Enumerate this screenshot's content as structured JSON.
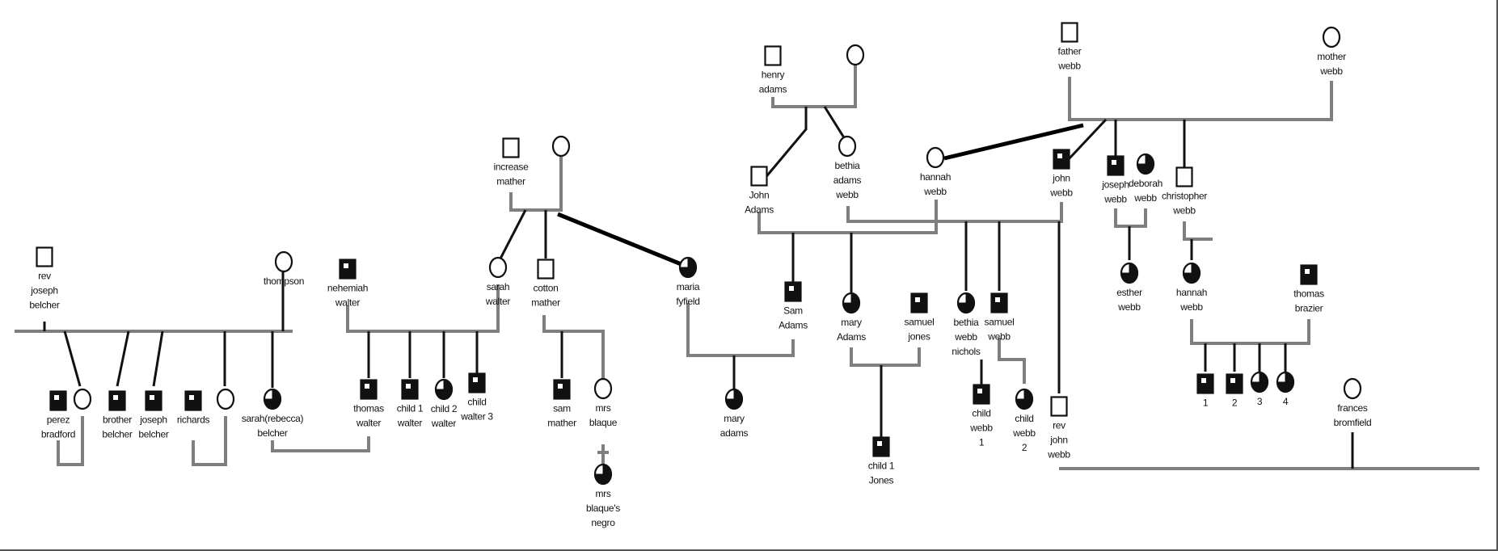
{
  "people": [
    {
      "id": "p1",
      "sex": "m",
      "fill": "empty",
      "lines": [
        "rev",
        "joseph",
        "belcher"
      ]
    },
    {
      "id": "p2",
      "sex": "f",
      "fill": "empty",
      "lines": [
        "thompson"
      ]
    },
    {
      "id": "p3",
      "sex": "m",
      "fill": "mostly",
      "lines": [
        "perez",
        "bradford"
      ]
    },
    {
      "id": "p4",
      "sex": "f",
      "fill": "empty",
      "lines": []
    },
    {
      "id": "p5",
      "sex": "m",
      "fill": "mostly",
      "lines": [
        "brother",
        "belcher"
      ]
    },
    {
      "id": "p6",
      "sex": "m",
      "fill": "mostly",
      "lines": [
        "joseph",
        "belcher"
      ]
    },
    {
      "id": "p7",
      "sex": "m",
      "fill": "mostly",
      "lines": [
        "richards"
      ]
    },
    {
      "id": "p8",
      "sex": "f",
      "fill": "empty",
      "lines": []
    },
    {
      "id": "p9",
      "sex": "f",
      "fill": "mostly",
      "lines": [
        "sarah(rebecca)",
        "belcher"
      ]
    },
    {
      "id": "p10",
      "sex": "m",
      "fill": "mostly",
      "lines": [
        "nehemiah",
        "walter"
      ]
    },
    {
      "id": "p11",
      "sex": "f",
      "fill": "empty",
      "lines": [
        "sarah",
        "walter"
      ]
    },
    {
      "id": "p12",
      "sex": "m",
      "fill": "mostly",
      "lines": [
        "thomas",
        "walter"
      ]
    },
    {
      "id": "p13",
      "sex": "m",
      "fill": "mostly",
      "lines": [
        "child 1",
        "walter"
      ]
    },
    {
      "id": "p14",
      "sex": "f",
      "fill": "mostly",
      "lines": [
        "child 2",
        "walter"
      ]
    },
    {
      "id": "p15",
      "sex": "m",
      "fill": "mostly",
      "lines": [
        "child",
        "walter 3"
      ]
    },
    {
      "id": "p16",
      "sex": "m",
      "fill": "empty",
      "lines": [
        "increase",
        "mather"
      ]
    },
    {
      "id": "p17",
      "sex": "f",
      "fill": "empty",
      "lines": []
    },
    {
      "id": "p18",
      "sex": "m",
      "fill": "empty",
      "lines": [
        "cotton",
        "mather"
      ]
    },
    {
      "id": "p19",
      "sex": "f",
      "fill": "mostly",
      "lines": [
        "maria",
        "fyfield"
      ]
    },
    {
      "id": "p20",
      "sex": "m",
      "fill": "mostly",
      "lines": [
        "sam",
        "mather"
      ]
    },
    {
      "id": "p21",
      "sex": "f",
      "fill": "empty",
      "lines": [
        "mrs",
        "blaque"
      ]
    },
    {
      "id": "p22",
      "sex": "f",
      "fill": "mostly",
      "lines": [
        "mrs",
        "blaque's",
        "negro"
      ]
    },
    {
      "id": "p23",
      "sex": "m",
      "fill": "empty",
      "lines": [
        "henry",
        "adams"
      ]
    },
    {
      "id": "p24",
      "sex": "f",
      "fill": "empty",
      "lines": []
    },
    {
      "id": "p25",
      "sex": "m",
      "fill": "empty",
      "lines": [
        "John",
        "Adams"
      ]
    },
    {
      "id": "p26",
      "sex": "f",
      "fill": "empty",
      "lines": [
        "bethia",
        "adams",
        "webb"
      ]
    },
    {
      "id": "p27",
      "sex": "f",
      "fill": "empty",
      "lines": [
        "hannah",
        "webb"
      ]
    },
    {
      "id": "p28",
      "sex": "m",
      "fill": "mostly",
      "lines": [
        "Sam",
        "Adams"
      ]
    },
    {
      "id": "p29",
      "sex": "f",
      "fill": "mostly",
      "lines": [
        "mary",
        "Adams"
      ]
    },
    {
      "id": "p30",
      "sex": "m",
      "fill": "mostly",
      "lines": [
        "samuel",
        "jones"
      ]
    },
    {
      "id": "p31",
      "sex": "f",
      "fill": "mostly",
      "lines": [
        "mary",
        "adams"
      ]
    },
    {
      "id": "p32",
      "sex": "m",
      "fill": "mostly",
      "lines": [
        "child 1",
        "Jones"
      ]
    },
    {
      "id": "p33",
      "sex": "m",
      "fill": "empty",
      "lines": [
        "father",
        "webb"
      ]
    },
    {
      "id": "p34",
      "sex": "f",
      "fill": "empty",
      "lines": [
        "mother",
        "webb"
      ]
    },
    {
      "id": "p35",
      "sex": "m",
      "fill": "mostly",
      "lines": [
        "john",
        "webb"
      ]
    },
    {
      "id": "p36",
      "sex": "m",
      "fill": "mostly",
      "lines": [
        "joseph",
        "webb"
      ]
    },
    {
      "id": "p37",
      "sex": "f",
      "fill": "mostly",
      "lines": [
        "deborah",
        "webb"
      ]
    },
    {
      "id": "p38",
      "sex": "m",
      "fill": "empty",
      "lines": [
        "christopher",
        "webb"
      ]
    },
    {
      "id": "p39",
      "sex": "f",
      "fill": "mostly",
      "lines": [
        "bethia",
        "webb",
        "nichols"
      ]
    },
    {
      "id": "p40",
      "sex": "m",
      "fill": "mostly",
      "lines": [
        "samuel",
        "webb"
      ]
    },
    {
      "id": "p41",
      "sex": "m",
      "fill": "mostly",
      "lines": [
        "child",
        "webb",
        "1"
      ]
    },
    {
      "id": "p42",
      "sex": "f",
      "fill": "mostly",
      "lines": [
        "child",
        "webb",
        "2"
      ]
    },
    {
      "id": "p43",
      "sex": "m",
      "fill": "empty",
      "lines": [
        "rev",
        "john",
        "webb"
      ]
    },
    {
      "id": "p44",
      "sex": "f",
      "fill": "mostly",
      "lines": [
        "esther",
        "webb"
      ]
    },
    {
      "id": "p45",
      "sex": "f",
      "fill": "mostly",
      "lines": [
        "hannah",
        "webb"
      ]
    },
    {
      "id": "p46",
      "sex": "m",
      "fill": "mostly",
      "lines": [
        "thomas",
        "brazier"
      ]
    },
    {
      "id": "p47",
      "sex": "m",
      "fill": "mostly",
      "lines": [
        "1"
      ]
    },
    {
      "id": "p48",
      "sex": "m",
      "fill": "mostly",
      "lines": [
        "2"
      ]
    },
    {
      "id": "p49",
      "sex": "f",
      "fill": "mostly",
      "lines": [
        "3"
      ]
    },
    {
      "id": "p50",
      "sex": "f",
      "fill": "mostly",
      "lines": [
        "4"
      ]
    },
    {
      "id": "p51",
      "sex": "f",
      "fill": "empty",
      "lines": [
        "frances",
        "bromfield"
      ]
    }
  ]
}
